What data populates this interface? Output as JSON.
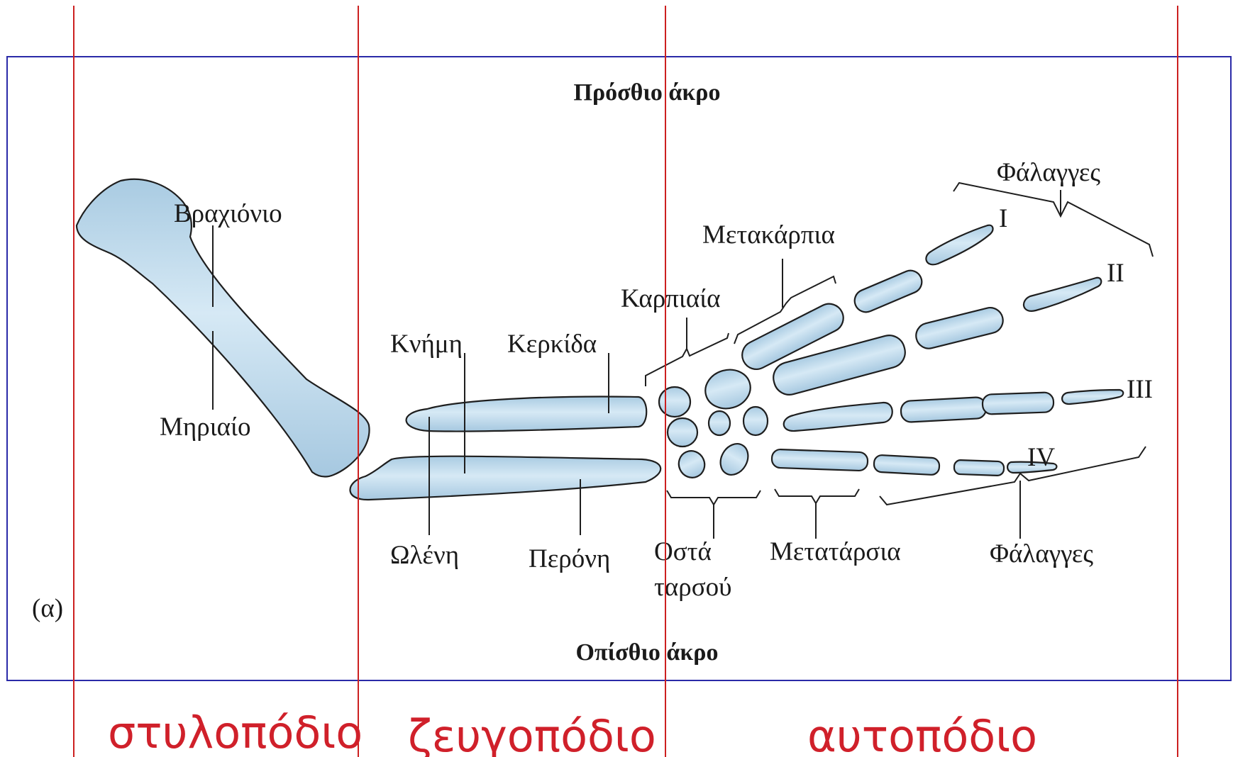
{
  "title_front": "Πρόσθιο άκρο",
  "title_back": "Οπίσθιο άκρο",
  "panel_letter": "(α)",
  "labels": {
    "brachionio": "Βραχιόνιο",
    "miriaio": "Μηριαίο",
    "knimi": "Κνήμη",
    "kerkida": "Κερκίδα",
    "olevi": "Ωλένη",
    "peroni": "Περόνη",
    "karpiaia": "Καρπιαία",
    "metakarpia": "Μετακάρπια",
    "falagges_top": "Φάλαγγες",
    "falagges_bottom": "Φάλαγγες",
    "osta": "Οστά",
    "tarsou": "ταρσού",
    "metatarsia": "Μετατάρσια"
  },
  "digits": [
    "I",
    "II",
    "III",
    "IV"
  ],
  "regions": [
    "στυλοπόδιο",
    "ζευγοπόδιο",
    "αυτοπόδιο"
  ],
  "colors": {
    "bone_fill": "#b4d2e6",
    "bone_highlight": "#dcecf6",
    "frame": "#2a2aa8",
    "divider": "#cc2020",
    "region_text": "#d0202a"
  }
}
